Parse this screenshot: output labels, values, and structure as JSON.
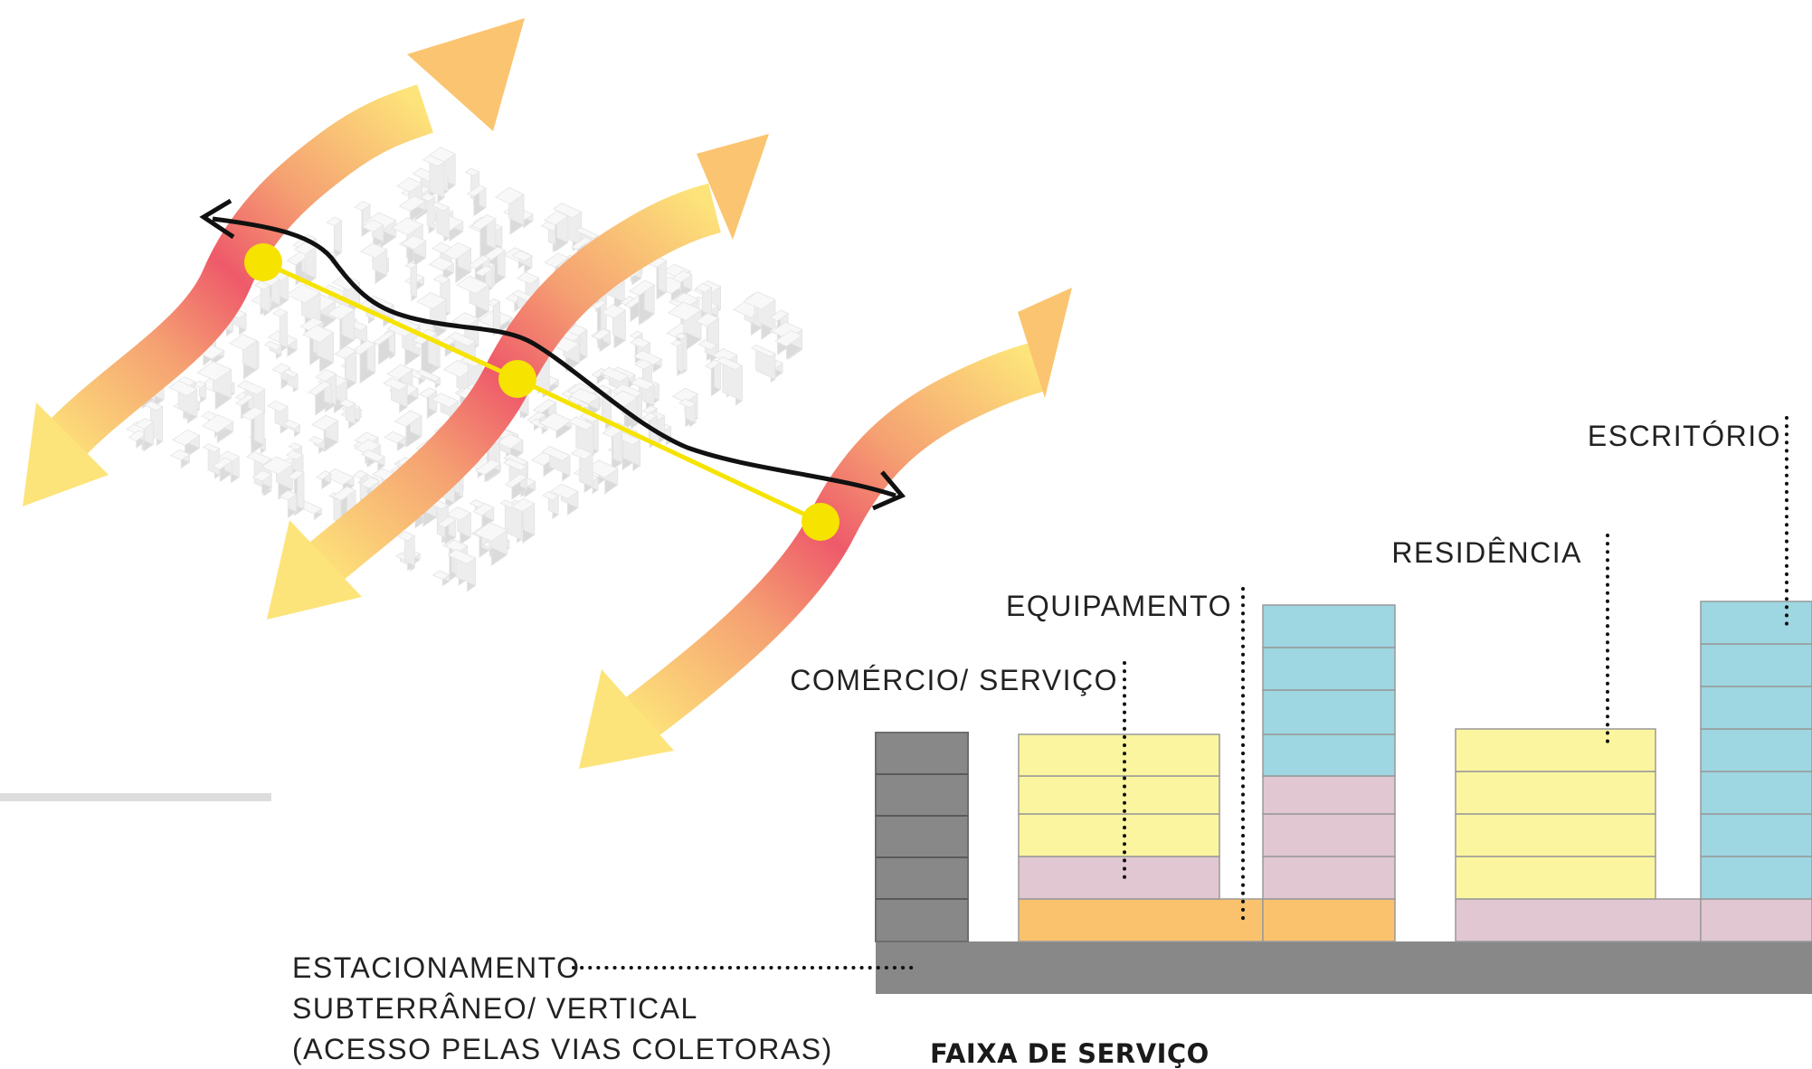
{
  "labels": {
    "escritorio": "ESCRITÓRIO",
    "residencia": "RESIDÊNCIA",
    "equipamento": "EQUIPAMENTO",
    "comercio": "COMÉRCIO/ SERVIÇO",
    "estacionamento_1": "ESTACIONAMENTO",
    "estacionamento_2": "SUBTERRÂNEO/ VERTICAL",
    "estacionamento_3": "(ACESSO PELAS VIAS COLETORAS)",
    "faixa": "FAIXA DE SERVIÇO"
  },
  "colors": {
    "escritorio": "#9ed6e2",
    "residencia": "#fbf5a0",
    "comercio": "#e0c7d2",
    "equipamento": "#fbc26e",
    "estacionamento": "#888888",
    "flow_gradient_start": "#ee5a6a",
    "flow_gradient_end": "#fde47a",
    "node": "#f6e300",
    "path": "#111111",
    "divider": "#dddddd"
  }
}
